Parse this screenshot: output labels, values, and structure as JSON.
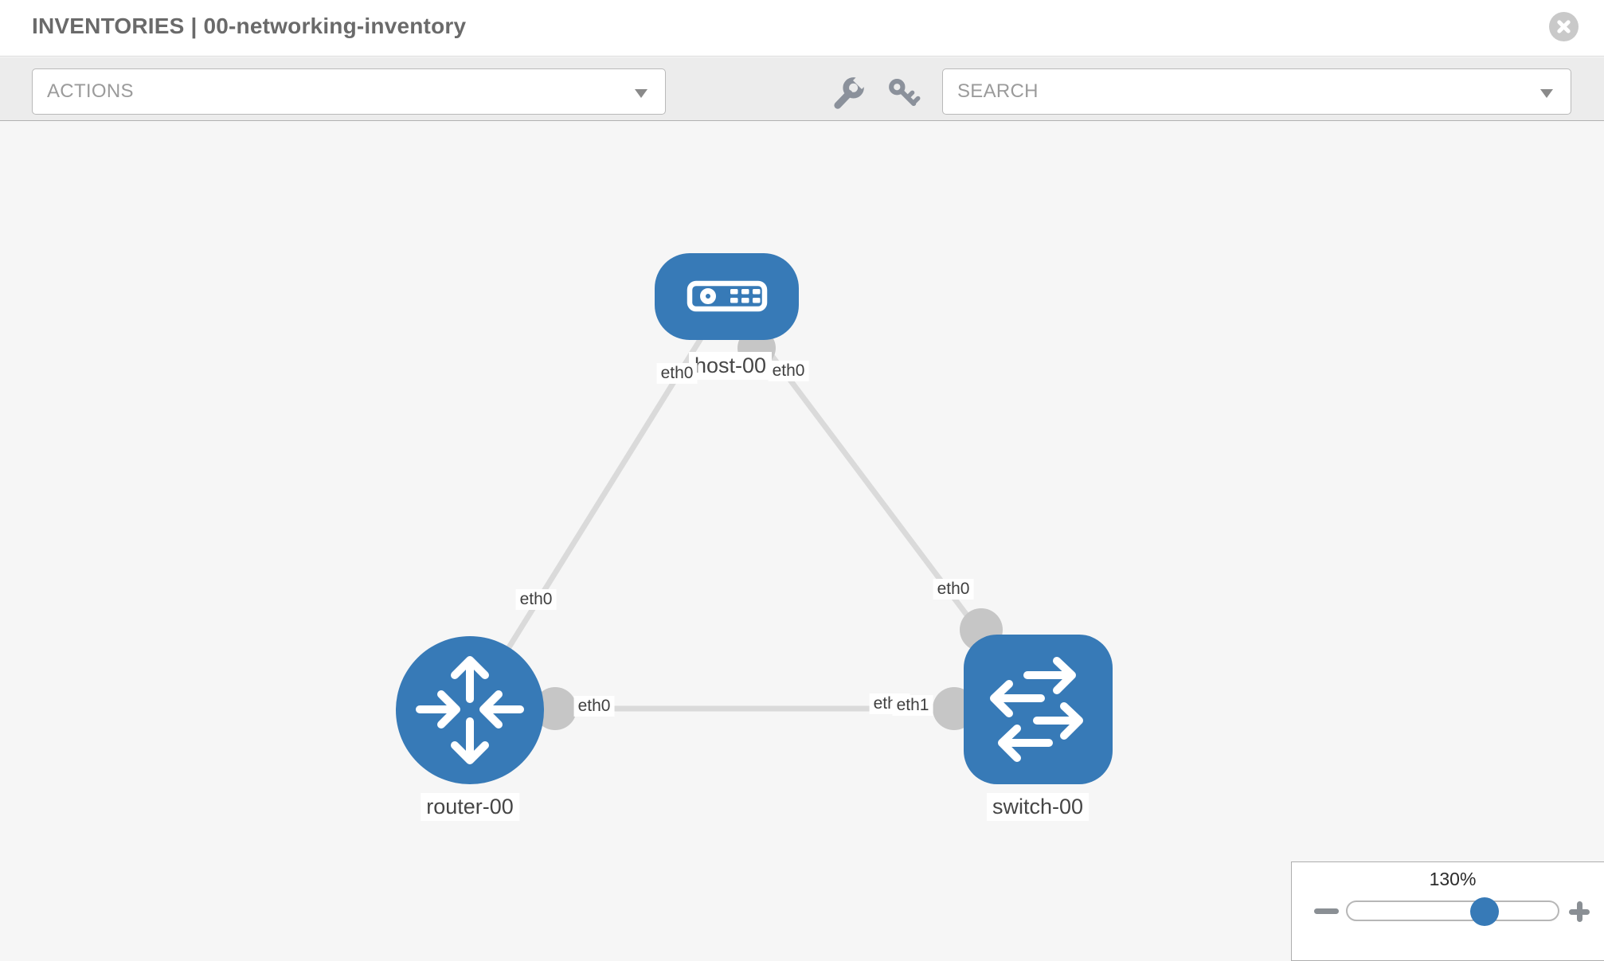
{
  "header": {
    "title": "INVENTORIES | 00-networking-inventory"
  },
  "toolbar": {
    "actions_label": "ACTIONS",
    "search_placeholder": "SEARCH"
  },
  "topology": {
    "nodes": [
      {
        "label": "host-00",
        "type": "host"
      },
      {
        "label": "router-00",
        "type": "router"
      },
      {
        "label": "switch-00",
        "type": "switch"
      }
    ],
    "links": [
      {
        "from": "host-00",
        "to": "router-00"
      },
      {
        "from": "host-00",
        "to": "switch-00"
      },
      {
        "from": "router-00",
        "to": "switch-00"
      }
    ],
    "interface_labels": {
      "host_eth0_left": "eth0",
      "host_eth0_right": "eth0",
      "router_eth0_uplink": "eth0",
      "switch_eth0_uplink": "eth0",
      "router_eth0_lan": "eth0",
      "switch_eth0_hidden": "eth0",
      "switch_eth1": "eth1"
    }
  },
  "zoom_control": {
    "level": "130%"
  },
  "colors": {
    "accent_blue": "#377ab7",
    "port_gray": "#c6c6c6",
    "link_gray": "#dadada",
    "canvas_bg": "#f6f6f6",
    "toolbar_bg": "#ececec"
  }
}
